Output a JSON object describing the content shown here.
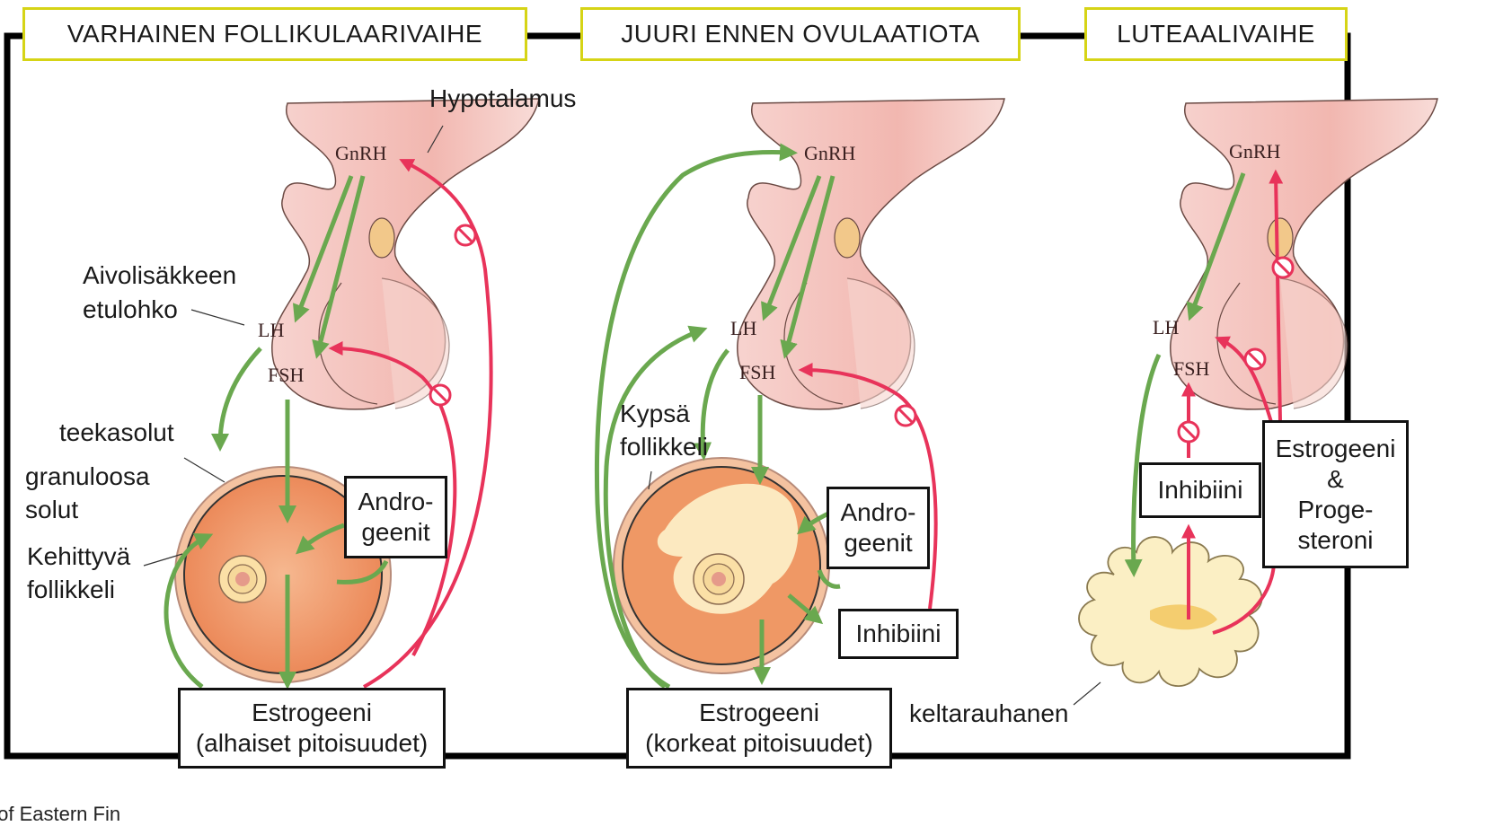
{
  "phases": [
    "VARHAINEN FOLLIKULAARIVAIHE",
    "JUURI ENNEN OVULAATIOTA",
    "LUTEAALIVAIHE"
  ],
  "labels": {
    "hypothalamus": "Hypotalamus",
    "pituitary_line1": "Aivolisäkkeen",
    "pituitary_line2": "etulohko",
    "theca": "teekasolut",
    "granulosa_line1": "granuloosa",
    "granulosa_line2": "solut",
    "developing_line1": "Kehittyvä",
    "developing_line2": "follikkeli",
    "mature_line1": "Kypsä",
    "mature_line2": "follikkeli",
    "corpus_luteum": "keltarauhanen"
  },
  "hormones": {
    "gnrh": "GnRH",
    "lh": "LH",
    "fsh": "FSH"
  },
  "boxes": {
    "androgens_1": [
      "Andro-",
      "geenit"
    ],
    "androgens_2": [
      "Andro-",
      "geenit"
    ],
    "inhibin_2": "Inhibiini",
    "inhibin_3": "Inhibiini",
    "estrogen_low": [
      "Estrogeeni",
      "(alhaiset pitoisuudet)"
    ],
    "estrogen_high": [
      "Estrogeeni",
      "(korkeat pitoisuudet)"
    ],
    "estro_proge": [
      "Estrogeeni",
      "&",
      "Proge-",
      "steroni"
    ]
  },
  "credit": "y of Eastern Fin",
  "colors": {
    "stimulate": "#6aa84f",
    "inhibit": "#e8335a",
    "phase_border": "#d6d416",
    "frame": "#000000"
  }
}
